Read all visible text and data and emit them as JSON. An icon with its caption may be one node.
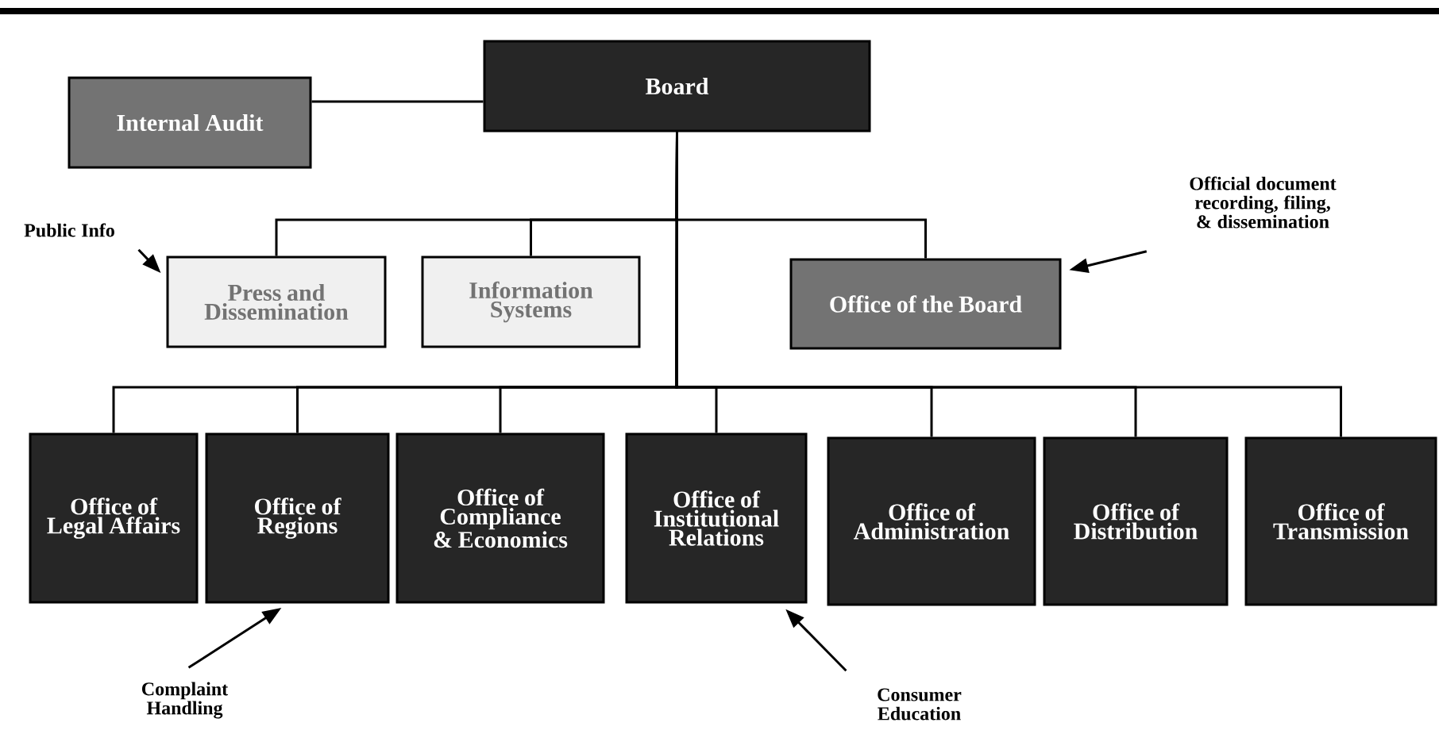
{
  "diagram": {
    "nodes": [
      {
        "text": [
          "Board"
        ]
      },
      {
        "text": [
          "Internal Audit"
        ]
      },
      {
        "text": [
          "Press and Dissemination"
        ]
      },
      {
        "text": [
          "Information Systems"
        ]
      },
      {
        "text": [
          "Office of the Board"
        ]
      },
      {
        "text": [
          "Office of Legal Affairs"
        ]
      },
      {
        "text": [
          "Office of Regions"
        ]
      },
      {
        "text": [
          "Office of Compliance & Economics"
        ]
      },
      {
        "text": [
          "Office of Institutional Relations"
        ]
      },
      {
        "text": [
          "Office of Administration"
        ]
      },
      {
        "text": [
          "Office of Distribution"
        ]
      },
      {
        "text": [
          "Office of Transmission"
        ]
      },
      {
        "text": [
          "Public Info"
        ]
      },
      {
        "text": [
          "Official document recording, filing, & dissemination"
        ]
      },
      {
        "text": [
          "Complaint Handling"
        ]
      },
      {
        "text": [
          "Consumer Education"
        ]
      }
    ],
    "edges": [
      {
        "from": 0,
        "to": 1,
        "arrow": "none"
      },
      {
        "from": 0,
        "to": 2,
        "arrow": "none"
      },
      {
        "from": 0,
        "to": 3,
        "arrow": "none"
      },
      {
        "from": 0,
        "to": 4,
        "arrow": "none"
      },
      {
        "from": 0,
        "to": 5,
        "arrow": "none"
      },
      {
        "from": 0,
        "to": 6,
        "arrow": "none"
      },
      {
        "from": 0,
        "to": 7,
        "arrow": "none"
      },
      {
        "from": 0,
        "to": 8,
        "arrow": "none"
      },
      {
        "from": 0,
        "to": 9,
        "arrow": "none"
      },
      {
        "from": 0,
        "to": 10,
        "arrow": "none"
      },
      {
        "from": 0,
        "to": 11,
        "arrow": "none"
      },
      {
        "from": 12,
        "to": 2,
        "arrow": "to"
      },
      {
        "from": 13,
        "to": 4,
        "arrow": "to"
      },
      {
        "from": 14,
        "to": 6,
        "arrow": "to"
      },
      {
        "from": 15,
        "to": 8,
        "arrow": "to"
      }
    ]
  }
}
